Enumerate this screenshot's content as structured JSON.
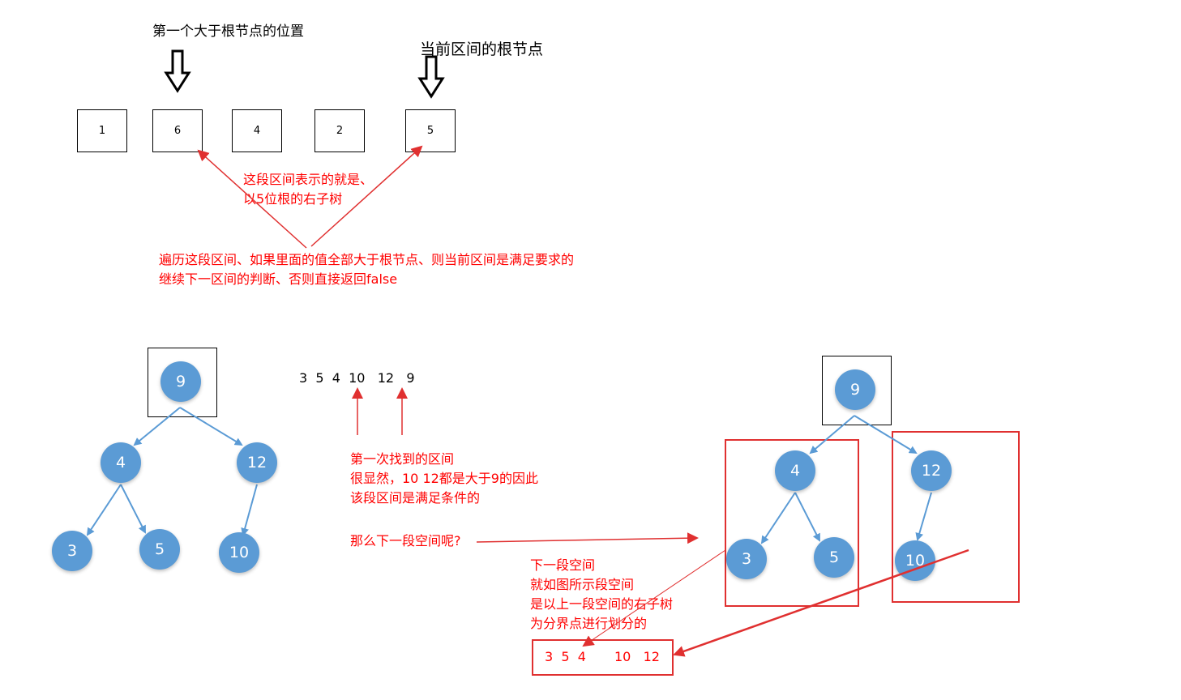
{
  "top": {
    "label_first_greater": "第一个大于根节点的位置",
    "label_current_root": "当前区间的根节点",
    "array": [
      "1",
      "6",
      "4",
      "2",
      "5"
    ],
    "note_segment_line1": "这段区间表示的就是、",
    "note_segment_line2": "以5位根的右子树",
    "note_traverse_line1": "遍历这段区间、如果里面的值全部大于根节点、则当前区间是满足要求的",
    "note_traverse_line2": "继续下一区间的判断、否则直接返回false"
  },
  "tree_left": {
    "nodes": [
      "9",
      "4",
      "12",
      "3",
      "5",
      "10"
    ]
  },
  "middle": {
    "sequence": [
      "3",
      "5",
      "4",
      "10",
      "12",
      "9"
    ],
    "note_first_line1": "第一次找到的区间",
    "note_first_line2": "很显然，10 12都是大于9的因此",
    "note_first_line3": "该段区间是满足条件的",
    "note_next_question": "那么下一段空间呢?",
    "note_next_line1": "下一段空间",
    "note_next_line2": "就如图所示段空间",
    "note_next_line3": "是以上一段空间的右子树",
    "note_next_line4": "为分界点进行划分的",
    "split_left": [
      "3",
      "5",
      "4"
    ],
    "split_right": [
      "10",
      "12"
    ]
  },
  "tree_right": {
    "nodes": [
      "9",
      "4",
      "12",
      "3",
      "5",
      "10"
    ]
  },
  "colors": {
    "node_fill": "#5b9bd5",
    "arrow_red": "#e03030",
    "edge_blue": "#5b9bd5",
    "text_red": "#ff0000"
  }
}
